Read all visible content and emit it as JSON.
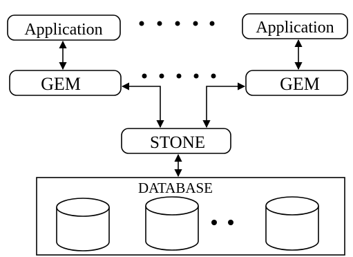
{
  "nodes": {
    "app_left": "Application",
    "app_right": "Application",
    "gem_left": "GEM",
    "gem_right": "GEM",
    "stone": "STONE",
    "database": "DATABASE"
  },
  "colors": {
    "stroke": "#000000",
    "background": "#ffffff"
  },
  "database_cylinder_count": 3
}
